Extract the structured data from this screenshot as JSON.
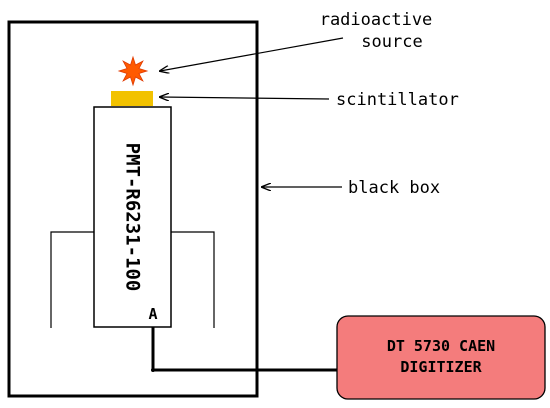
{
  "labels": {
    "radioactive_line1": "radioactive",
    "radioactive_line2": "source",
    "scintillator": "scintillator",
    "black_box": "black box"
  },
  "pmt": {
    "label": "PMT-R6231-100",
    "anode": "A"
  },
  "digitizer": {
    "line1": "DT 5730 CAEN",
    "line2": "DIGITIZER"
  },
  "colors": {
    "source_fill": "#FF5A00",
    "scintillator_fill": "#F2C200",
    "digitizer_fill": "#F47C7C",
    "line": "#000000"
  },
  "icons": {
    "source": "star-burst-icon"
  }
}
